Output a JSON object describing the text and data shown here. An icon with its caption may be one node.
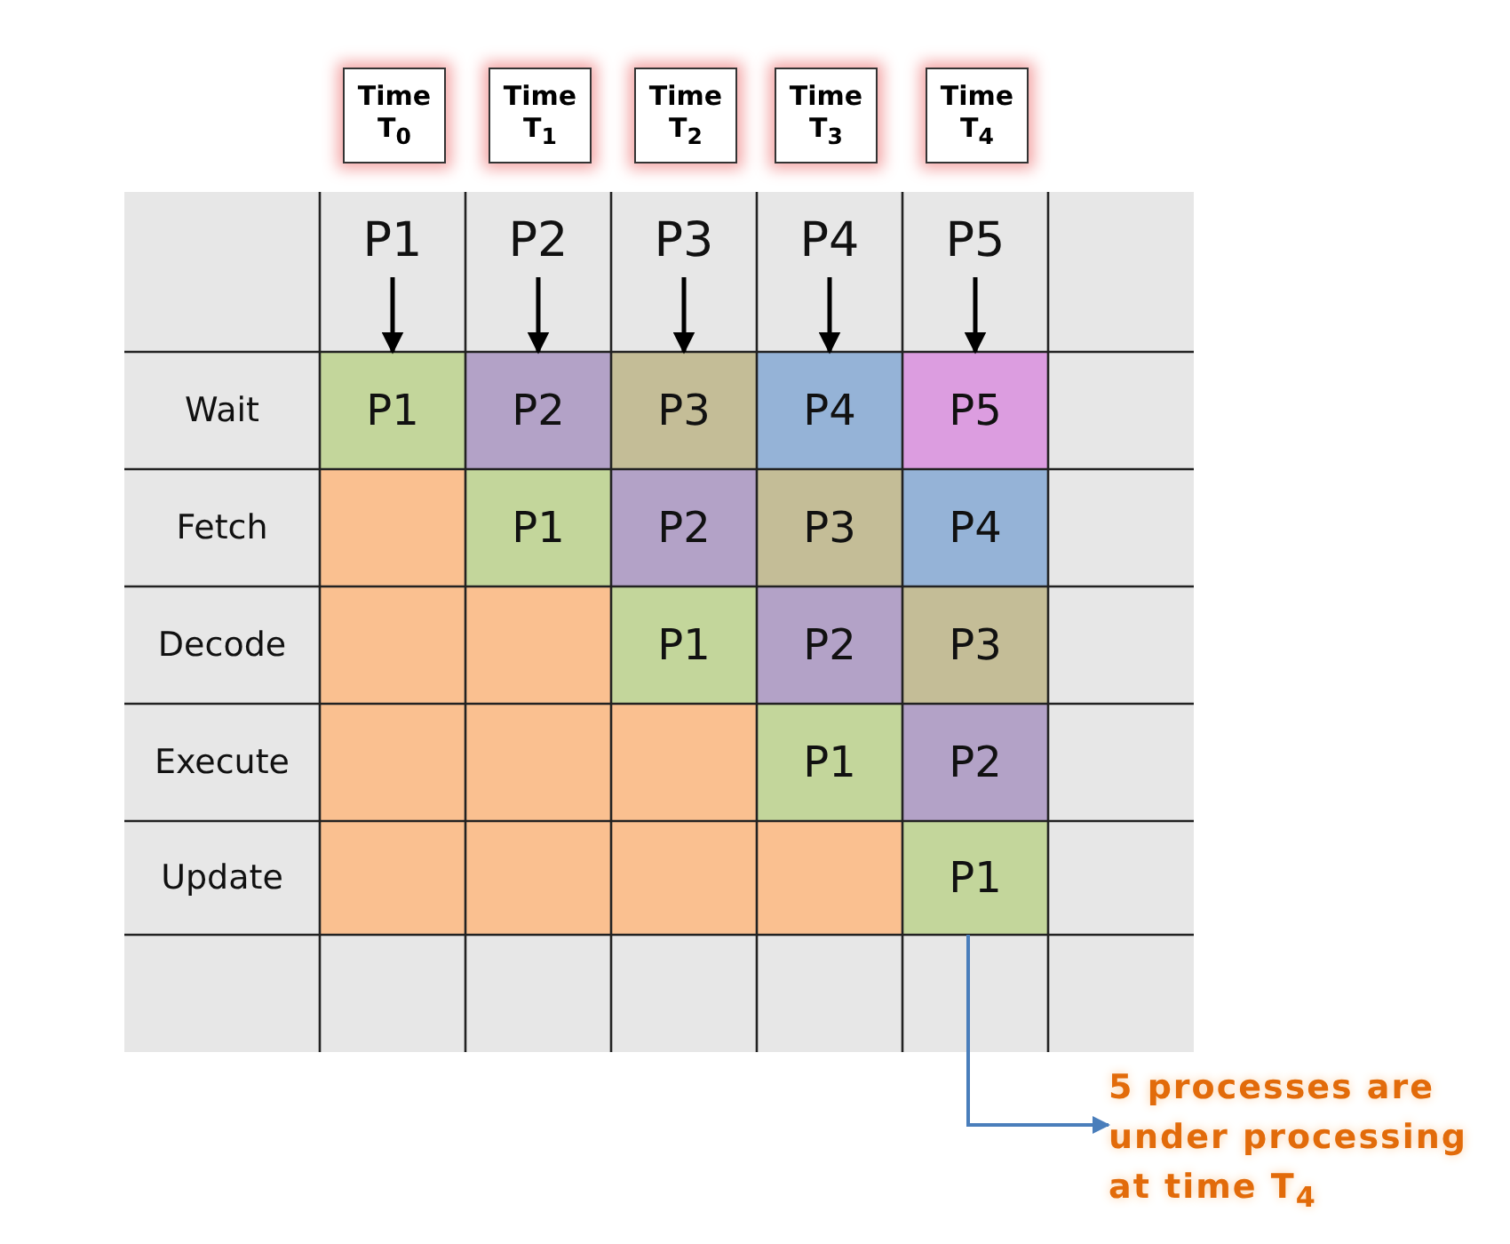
{
  "diagram": {
    "nodes": [
      {
        "text": [
          "Time T$_{0}$"
        ]
      },
      {
        "text": [
          "Time T$_{1}$"
        ]
      },
      {
        "text": [
          "Time T$_{2}$"
        ]
      },
      {
        "text": [
          "Time T$_{3}$"
        ]
      },
      {
        "text": [
          "Time T$_{4}$"
        ]
      },
      {
        "text": [
          "P1"
        ]
      },
      {
        "text": [
          "P2"
        ]
      },
      {
        "text": [
          "P3"
        ]
      },
      {
        "text": [
          "P4"
        ]
      },
      {
        "text": [
          "P5"
        ]
      },
      {
        "text": [
          "P1"
        ]
      },
      {
        "text": [
          "P2"
        ]
      },
      {
        "text": [
          "P3"
        ]
      },
      {
        "text": [
          "P4"
        ]
      },
      {
        "text": [
          "P5"
        ]
      },
      {
        "text": [
          "P1"
        ]
      },
      {
        "text": [
          "5 processes are under processing at time T$_{4}$"
        ]
      }
    ],
    "edges": [
      {
        "from": 5,
        "to": 10,
        "arrow": "to"
      },
      {
        "from": 6,
        "to": 11,
        "arrow": "to"
      },
      {
        "from": 7,
        "to": 12,
        "arrow": "to"
      },
      {
        "from": 8,
        "to": 13,
        "arrow": "to"
      },
      {
        "from": 9,
        "to": 14,
        "arrow": "to"
      },
      {
        "from": 15,
        "to": 16,
        "arrow": "to",
        "color": "#4a7ebb"
      }
    ],
    "labels": [
      "Wait",
      "Fetch",
      "P1",
      "P2",
      "P3",
      "P4",
      "Decode",
      "P1",
      "P2",
      "P3",
      "Execute",
      "P1",
      "P2",
      "Update"
    ]
  }
}
